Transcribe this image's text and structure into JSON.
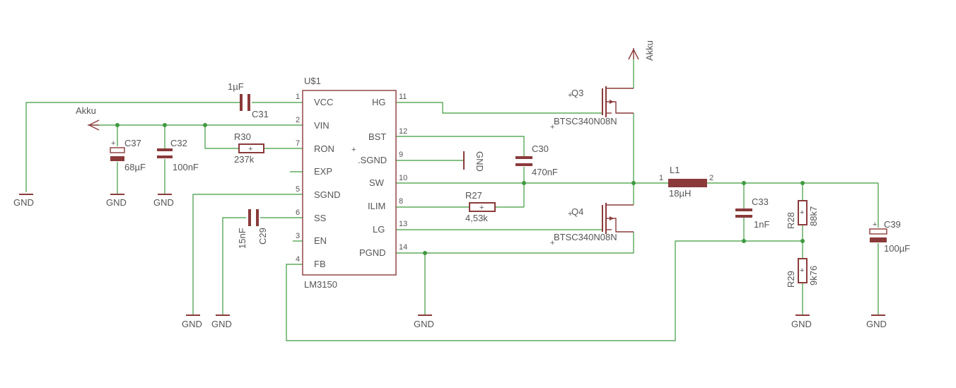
{
  "colors": {
    "wire": "#3f9a3f",
    "part": "#8b3a3a",
    "text": "#555555"
  },
  "ic": {
    "name": "U$1",
    "value": "LM3150",
    "left_pins": [
      {
        "num": "1",
        "name": "VCC"
      },
      {
        "num": "2",
        "name": "VIN"
      },
      {
        "num": "7",
        "name": "RON"
      },
      {
        "num": "",
        "name": "EXP"
      },
      {
        "num": "5",
        "name": "SGND"
      },
      {
        "num": "6",
        "name": "SS"
      },
      {
        "num": "3",
        "name": "EN"
      },
      {
        "num": "4",
        "name": "FB"
      }
    ],
    "right_pins": [
      {
        "num": "11",
        "name": "HG"
      },
      {
        "num": "12",
        "name": "BST"
      },
      {
        "num": "9",
        "name": ".SGND"
      },
      {
        "num": "10",
        "name": "SW"
      },
      {
        "num": "8",
        "name": "ILIM"
      },
      {
        "num": "13",
        "name": "LG"
      },
      {
        "num": "14",
        "name": "PGND"
      }
    ]
  },
  "parts": {
    "c31": {
      "name": "C31",
      "value": "1µF"
    },
    "c37": {
      "name": "C37",
      "value": "68µF"
    },
    "c32": {
      "name": "C32",
      "value": "100nF"
    },
    "r30": {
      "name": "R30",
      "value": "237k"
    },
    "c29": {
      "name": "C29",
      "value": "15nF"
    },
    "c30": {
      "name": "C30",
      "value": "470nF"
    },
    "r27": {
      "name": "R27",
      "value": "4,53k"
    },
    "q3": {
      "name": "Q3",
      "value": "BTSC340N08N"
    },
    "q4": {
      "name": "Q4",
      "value": "BTSC340N08N"
    },
    "l1": {
      "name": "L1",
      "value": "18µH",
      "pin1": "1",
      "pin2": "2"
    },
    "c33": {
      "name": "C33",
      "value": "1nF"
    },
    "r28": {
      "name": "R28",
      "value": "88k7"
    },
    "r29": {
      "name": "R29",
      "value": "9k76"
    },
    "c39": {
      "name": "C39",
      "value": "100µF"
    }
  },
  "supplies": {
    "akku": "Akku",
    "gnd": "GND"
  }
}
